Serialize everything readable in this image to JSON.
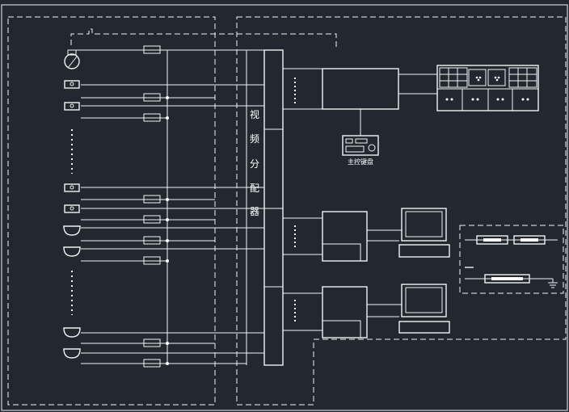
{
  "colors": {
    "background": "#212830",
    "line": "#f2f2f2"
  },
  "distributor": {
    "chars": [
      "视",
      "频",
      "分",
      "配",
      "器"
    ]
  },
  "main_keyboard": {
    "label": "主控键盘",
    "icon": "keyboard-icon"
  },
  "camera_icons": [
    "dome-camera-icon",
    "box-camera-icon",
    "box-camera-icon",
    "box-camera-icon",
    "box-camera-icon",
    "half-dome-camera-icon",
    "half-dome-camera-icon",
    "half-dome-camera-icon",
    "half-dome-camera-icon"
  ],
  "monitor_icons": [
    "monitor-icon",
    "monitor-icon"
  ],
  "power_icons": [
    "fuse-icon",
    "fuse-icon",
    "fuse-icon",
    "ground-icon"
  ]
}
